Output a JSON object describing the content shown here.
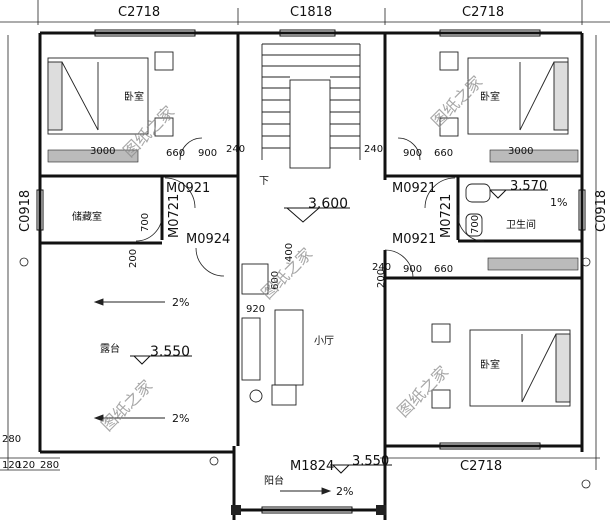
{
  "window_labels": {
    "top_left": "C2718",
    "top_center": "C1818",
    "top_right": "C2718",
    "bottom_right": "C2718",
    "left_upper": "C0918",
    "right_upper": "C0918"
  },
  "door_labels": {
    "storage": "M0921",
    "hall_left_vertical": "M0721",
    "stair_side": "M0924",
    "bath_top": "M0921",
    "bath_vertical": "M0721",
    "bedroom_right": "M0921",
    "balcony": "M1824"
  },
  "room_labels": {
    "bedroom_tl": "卧室",
    "bedroom_tr": "卧室",
    "bedroom_br": "卧室",
    "storage": "储藏室",
    "bathroom": "卫生间",
    "hall": "小厅",
    "terrace": "露台",
    "balcony": "阳台",
    "stair_down": "下"
  },
  "elevations": {
    "hall": "3.600",
    "bathroom": "3.570",
    "terrace": "3.550",
    "balcony": "3.550"
  },
  "slopes": {
    "terrace_a": "2%",
    "terrace_b": "2%",
    "bathroom": "1%",
    "balcony": "2%"
  },
  "dimensions": {
    "tl_3000": "3000",
    "tl_660": "660",
    "tl_900": "900",
    "tl_240": "240",
    "tr_240": "240",
    "tr_900": "900",
    "tr_660": "660",
    "tr_3000": "3000",
    "storage_700": "700",
    "storage_200": "200",
    "bath_700": "700",
    "br_240": "240",
    "br_900": "900",
    "br_660": "660",
    "br_200": "200",
    "hall_920": "920",
    "hall_600": "600",
    "hall_400": "400",
    "bl_280a": "280",
    "bl_120a": "120",
    "bl_120b": "120",
    "bl_280b": "280"
  },
  "watermark": "图纸之家"
}
